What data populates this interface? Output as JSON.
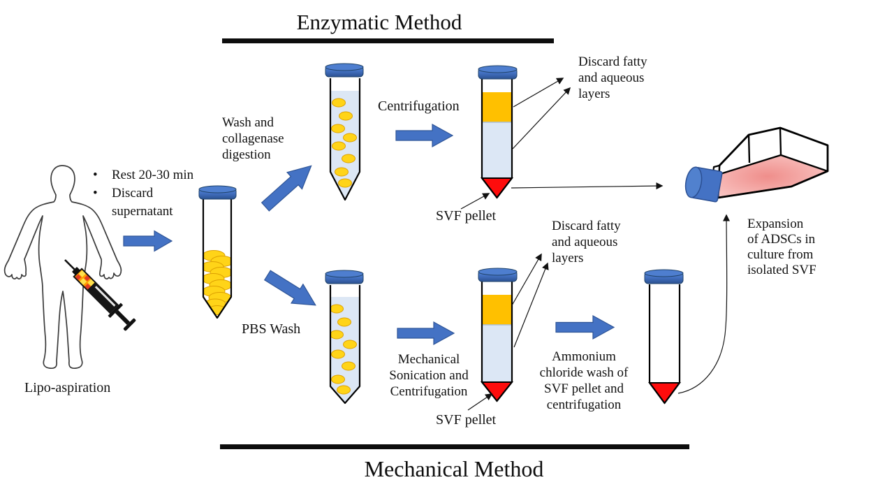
{
  "diagram": {
    "titles": {
      "enzymatic": "Enzymatic Method",
      "mechanical": "Mechanical Method"
    },
    "source_label": "Lipo-aspiration",
    "bullet_glyph": "•",
    "bullets": [
      "Rest 20-30 min",
      "Discard supernatant"
    ],
    "steps": {
      "wash_collagenase": [
        "Wash and",
        "collagenase",
        "digestion"
      ],
      "centrifugation": "Centrifugation",
      "pbs_wash": "PBS Wash",
      "mech_sonication": [
        "Mechanical",
        "Sonication and",
        "Centrifugation"
      ],
      "ammonium_wash": [
        "Ammonium",
        "chloride wash of",
        "SVF pellet and",
        "centrifugation"
      ]
    },
    "annotations": {
      "discard_enzymatic": [
        "Discard fatty",
        "and aqueous",
        "layers"
      ],
      "discard_mechanical": [
        "Discard fatty",
        "and aqueous",
        "layers"
      ],
      "svf_pellet_enzymatic": "SVF pellet",
      "svf_pellet_mechanical": "SVF pellet",
      "expansion": [
        "Expansion",
        "of ADSCs in",
        "culture from",
        "isolated SVF"
      ]
    },
    "colors": {
      "arrow_blue": "#4472C4",
      "arrow_blue_border": "#2F5597",
      "tube_cap_blue": "#3E6CB8",
      "fat_yellow": "#FFD418",
      "fat_yellow_border": "#DDA001",
      "fatty_layer_orange": "#FFC000",
      "aqueous_layer_blue": "#DCE7F5",
      "svf_pellet_red": "#FE0C0C",
      "culture_media_pink": "#F2A09E",
      "outline_black": "#0D0D0D"
    }
  }
}
